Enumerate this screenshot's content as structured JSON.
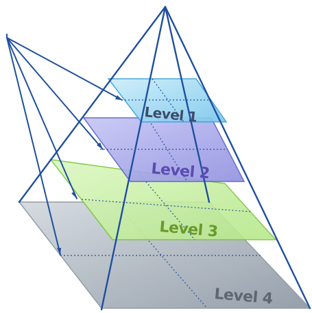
{
  "diagram": {
    "levels": [
      {
        "label": "Level 1",
        "fill": "#8fd3f0",
        "edge": "#3aa0d8",
        "text_color": "#3d4b6a"
      },
      {
        "label": "Level 2",
        "fill": "#a9a9ea",
        "edge": "#5a5cc8",
        "text_color": "#5b4bb0"
      },
      {
        "label": "Level 3",
        "fill": "#c7f0a0",
        "edge": "#7cc53a",
        "text_color": "#6a9a2a"
      },
      {
        "label": "Level 4",
        "fill": "#a6b0bc",
        "edge": "#7f8a96",
        "text_color": "#5e6670"
      }
    ],
    "line_color": "#1f4f9e"
  }
}
